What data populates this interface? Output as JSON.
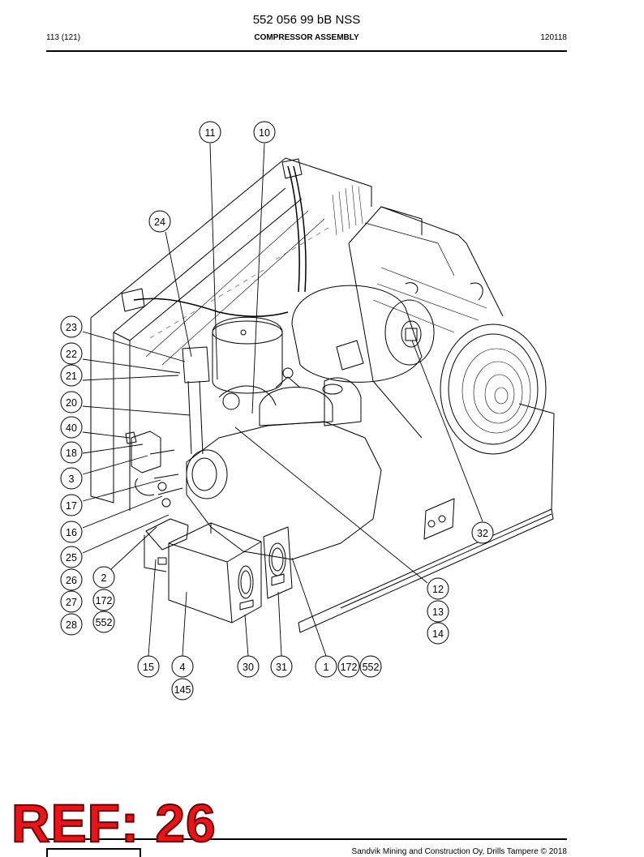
{
  "header": {
    "doc_number": "552 056 99 bB NSS",
    "page": "113 (121)",
    "section_title": "COMPRESSOR ASSEMBLY",
    "doc_code": "120118"
  },
  "diagram": {
    "callouts": {
      "c11": "11",
      "c10": "10",
      "c24": "24",
      "c23": "23",
      "c22": "22",
      "c21": "21",
      "c20": "20",
      "c40": "40",
      "c18": "18",
      "c3": "3",
      "c17": "17",
      "c16": "16",
      "c25": "25",
      "c26": "26",
      "c27": "27",
      "c28": "28",
      "c2": "2",
      "c172a": "172",
      "c552a": "552",
      "c32": "32",
      "c12": "12",
      "c13": "13",
      "c14": "14",
      "c15": "15",
      "c4": "4",
      "c145": "145",
      "c30": "30",
      "c31": "31",
      "c1": "1",
      "c172b": "172",
      "c552b": "552"
    }
  },
  "stamp": {
    "text": "REF: 26",
    "color": "#e8141a"
  },
  "footer": {
    "copyright": "Sandvik Mining and Construction Oy, Drills Tampere © 2018"
  }
}
